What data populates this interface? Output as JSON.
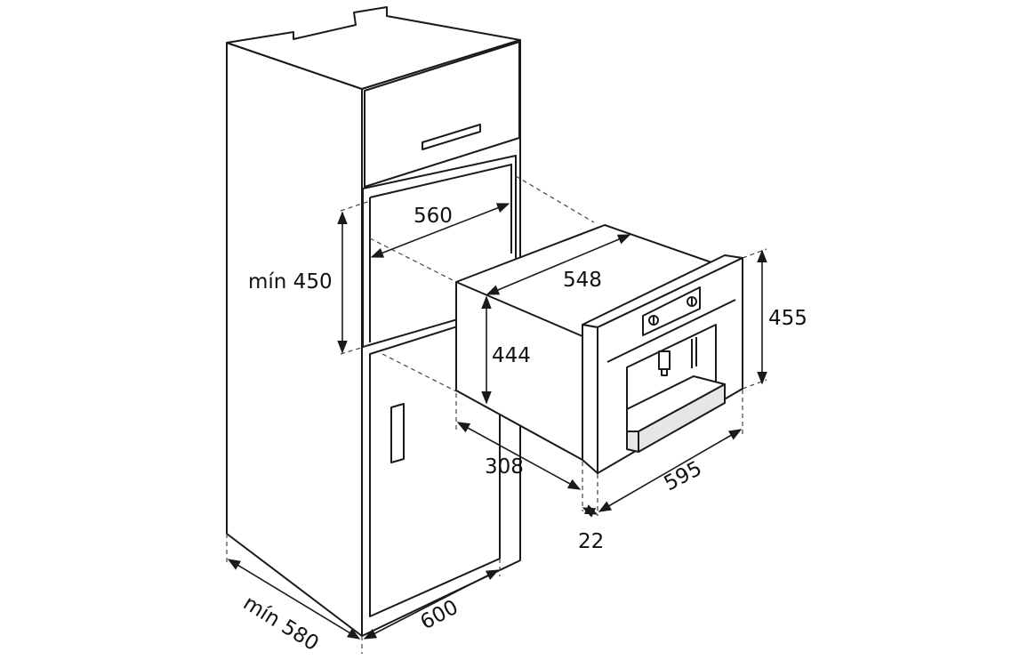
{
  "dimensions": {
    "niche_height": "mín 450",
    "niche_width": "560",
    "cabinet_depth": "mín 580",
    "cabinet_width": "600",
    "appliance_depth_top": "548",
    "appliance_body_height": "444",
    "appliance_front_height": "455",
    "appliance_body_depth": "308",
    "appliance_front_width": "595",
    "front_thickness": "22"
  },
  "colors": {
    "line": "#1a1a1a",
    "tray": "#e6e6e6"
  }
}
